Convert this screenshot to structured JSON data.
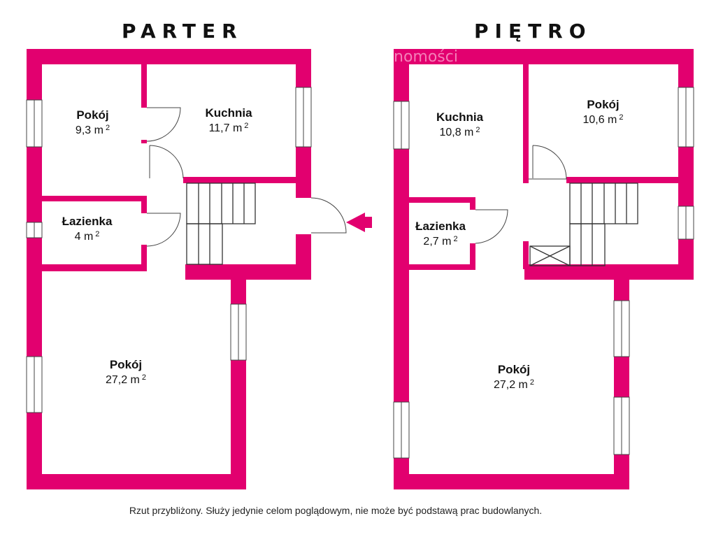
{
  "colors": {
    "wall": "#e2006f",
    "line": "#444444"
  },
  "watermark": "nomości",
  "parter": {
    "title": "PARTER",
    "rooms": [
      {
        "name": "Pokój",
        "area": "9,3 m",
        "unit_sup": "2"
      },
      {
        "name": "Kuchnia",
        "area": "11,7 m",
        "unit_sup": "2"
      },
      {
        "name": "Łazienka",
        "area": "4 m",
        "unit_sup": "2"
      },
      {
        "name": "Pokój",
        "area": "27,2 m",
        "unit_sup": "2"
      }
    ]
  },
  "pietro": {
    "title": "PIĘTRO",
    "rooms": [
      {
        "name": "Kuchnia",
        "area": "10,8 m",
        "unit_sup": "2"
      },
      {
        "name": "Pokój",
        "area": "10,6 m",
        "unit_sup": "2"
      },
      {
        "name": "Łazienka",
        "area": "2,7 m",
        "unit_sup": "2"
      },
      {
        "name": "Pokój",
        "area": "27,2 m",
        "unit_sup": "2"
      }
    ]
  },
  "footnote": "Rzut przybliżony. Służy jedynie celom poglądowym, nie może być podstawą prac budowlanych."
}
